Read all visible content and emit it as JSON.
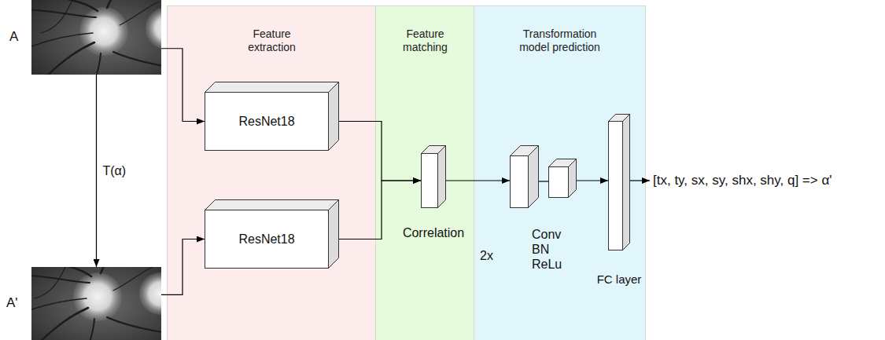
{
  "diagram": {
    "nodes": [
      {
        "text": [
          "A"
        ]
      },
      {
        "text": [
          "A'"
        ]
      },
      {
        "text": [
          "Feature extraction"
        ]
      },
      {
        "text": [
          "ResNet18"
        ],
        "in": 2
      },
      {
        "text": [
          "ResNet18"
        ],
        "in": 2
      },
      {
        "text": [
          "Feature matching"
        ]
      },
      {
        "text": [
          "Correlation"
        ],
        "in": 5
      },
      {
        "text": [
          "Transformation model prediction"
        ]
      },
      {
        "text": [
          "2x",
          "Conv BN ReLu"
        ],
        "in": 7
      },
      {
        "text": [
          "FC layer"
        ],
        "in": 7
      }
    ],
    "edges": [
      {
        "from": 0,
        "to": 1,
        "label": "T(α)",
        "arrow": "to"
      },
      {
        "from": 0,
        "to": 3,
        "arrow": "to"
      },
      {
        "from": 1,
        "to": 4,
        "arrow": "to"
      },
      {
        "from": 3,
        "to": 6,
        "arrow": "to"
      },
      {
        "from": 4,
        "to": 6,
        "arrow": "to"
      },
      {
        "from": 6,
        "to": 8,
        "arrow": "to"
      },
      {
        "from": 8,
        "to": 9,
        "arrow": "to"
      }
    ],
    "labels": [
      "[tx, ty, sx, sy, shx, shy, q] => α'"
    ]
  }
}
